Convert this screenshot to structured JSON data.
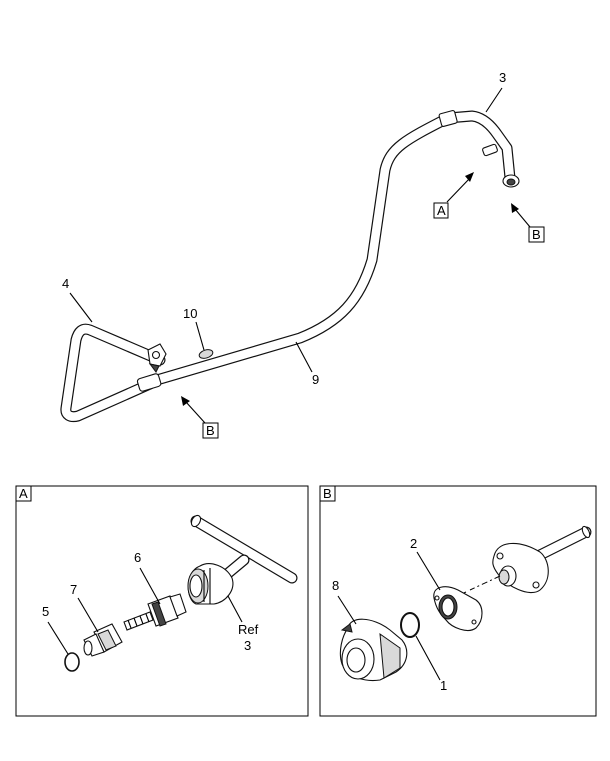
{
  "main_view": {
    "callouts": {
      "c3": "3",
      "c4": "4",
      "c9": "9",
      "c10": "10"
    },
    "view_refs": {
      "a": "A",
      "b_right": "B",
      "b_left": "B"
    }
  },
  "detail_a": {
    "title": "A",
    "callouts": {
      "c5": "5",
      "c6": "6",
      "c7": "7",
      "ref_line1": "Ref",
      "ref_line2": "3"
    }
  },
  "detail_b": {
    "title": "B",
    "callouts": {
      "c1": "1",
      "c2": "2",
      "c8": "8"
    }
  }
}
